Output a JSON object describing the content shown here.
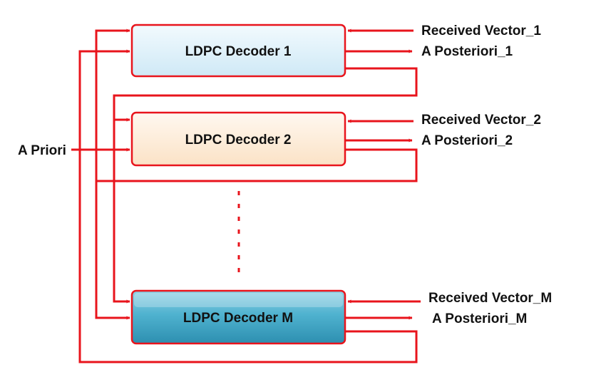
{
  "diagram": {
    "a_priori_label": "A Priori",
    "decoders": [
      {
        "title": "LDPC Decoder 1",
        "input_label": "Received Vector_1",
        "output_label": "A Posteriori_1"
      },
      {
        "title": "LDPC Decoder 2",
        "input_label": "Received Vector_2",
        "output_label": "A Posteriori_2"
      },
      {
        "title": "LDPC Decoder M",
        "input_label": "Received Vector_M",
        "output_label": "A Posteriori_M"
      }
    ],
    "colors": {
      "wire": "#e8141c",
      "decoder_1_fill": "#dff1fa",
      "decoder_2_fill": "#fdefe0",
      "decoder_m_fill": "#3fa6c4",
      "box_border": "#e8141c"
    }
  }
}
